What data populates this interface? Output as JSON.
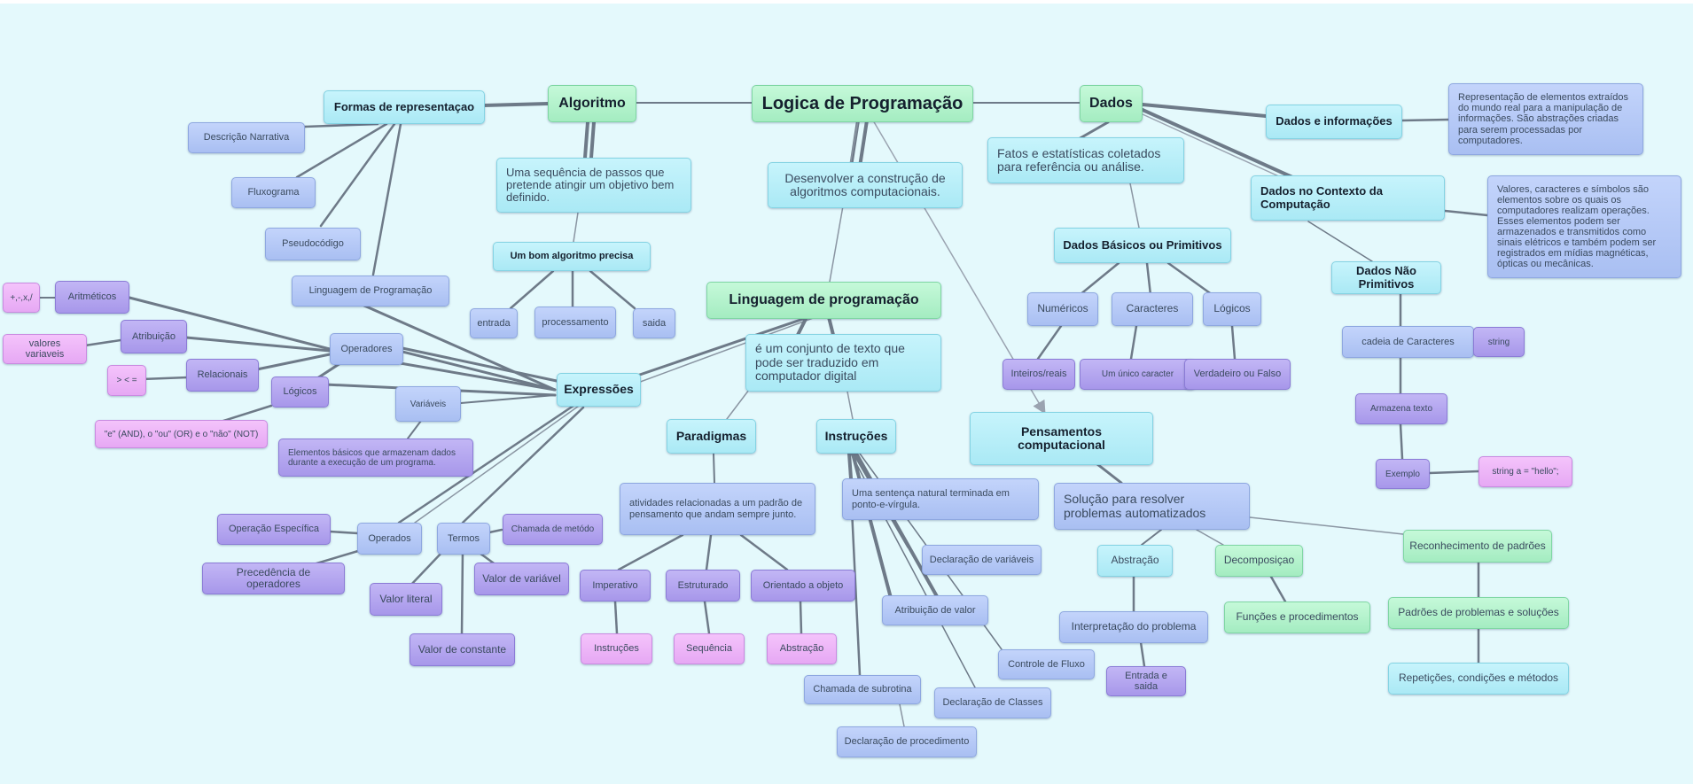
{
  "nodes": {
    "logica": "Logica de Programação",
    "algoritmo": "Algoritmo",
    "dados": "Dados",
    "formas": "Formas de representaçao",
    "descricao_narrativa": "Descrição Narrativa",
    "fluxograma": "Fluxograma",
    "pseudocodigo": "Pseudocódigo",
    "linguagem_programacao_item": "Linguagem de Programação",
    "algoritmo_def": "Uma sequência de passos que pretende  atingir um objetivo bem definido.",
    "bom_algoritmo": "Um bom algoritmo precisa",
    "entrada": "entrada",
    "processamento": "processamento",
    "saida": "saida",
    "desenvolver": "Desenvolver a construção de algoritmos computacionais.",
    "linguagem_programacao": "Linguagem de programação",
    "linguagem_def": "é um conjunto de texto que pode ser traduzido em computador digital",
    "paradigmas": "Paradigmas",
    "paradigmas_def": "atividades relacionadas a um padrão de pensamento que andam sempre junto.",
    "imperativo": "Imperativo",
    "estruturado": "Estruturado",
    "orientado_objeto": "Orientado a objeto",
    "instrucoes_leaf": "Instruções",
    "sequencia": "Sequência",
    "abstracao_leaf": "Abstração",
    "instrucoes": "Instruções",
    "instrucoes_def": "Uma sentença natural terminada em ponto-e-vírgula.",
    "declaracao_variaveis": "Declaração de variáveis",
    "atribuicao_valor": "Atribuição de valor",
    "controle_fluxo": "Controle de Fluxo",
    "chamada_subrotina": "Chamada de subrotina",
    "declaracao_classes": "Declaração de Classes",
    "declaracao_procedimento": "Declaração de procedimento",
    "expressoes": "Expressões",
    "operadores": "Operadores",
    "aritmeticos": "Aritméticos",
    "aritmeticos_ex": "+,-,x,/",
    "atribuicao": "Atribuição",
    "valores_variaveis": "valores variaveis",
    "relacionais": "Relacionais",
    "relacionais_ex": "> < =",
    "logicos_op": "Lógicos",
    "logicos_ex": "\"e\" (AND), o \"ou\" (OR) e o \"não\" (NOT)",
    "variaveis": "Variáveis",
    "variaveis_def": "Elementos básicos que armazenam dados durante a execução de um programa.",
    "operados": "Operados",
    "operacao_especifica": "Operação Específica",
    "precedencia": "Precedência de operadores",
    "termos": "Termos",
    "chamada_metodo": "Chamada de metódo",
    "valor_variavel": "Valor de variável",
    "valor_literal": "Valor literal",
    "valor_constante": "Valor de constante",
    "dados_fatos": "Fatos e estatísticas coletados para referência ou análise.",
    "dados_informacoes": "Dados e informações",
    "dados_informacoes_def": "Representação de elementos extraídos do mundo real para a manipulação de informações. São abstrações criadas para serem processadas por computadores.",
    "dados_contexto": "Dados no Contexto da Computação",
    "dados_contexto_def": "Valores, caracteres e símbolos são elementos sobre os quais os computadores realizam operações. Esses elementos podem ser armazenados e transmitidos como sinais elétricos e também podem ser registrados em mídias magnéticas, ópticas ou mecânicas.",
    "dados_basicos": "Dados Básicos ou Primitivos",
    "numericos": "Numéricos",
    "caracteres": "Caracteres",
    "logicos": "Lógicos",
    "inteiros_reais": "Inteiros/reais",
    "unico_caracter": "Um único caracter",
    "verdadeiro_falso": "Verdadeiro ou Falso",
    "dados_nao_primitivos": "Dados Não Primitivos",
    "cadeia_caracteres": "cadeia de Caracteres",
    "string": "string",
    "armazena_texto": "Armazena texto",
    "exemplo": "Exemplo",
    "string_ex": "string a = \"hello\";",
    "pensamento": "Pensamentos computacional",
    "solucao": "Solução para resolver problemas automatizados",
    "abstracao": "Abstração",
    "interpretacao": "Interpretação do problema",
    "entrada_saida": "Entrada e saida",
    "decomposicao": "Decomposiçao",
    "funcoes": "Funções e procedimentos",
    "reconhecimento": "Reconhecimento de padrões",
    "padroes": "Padrões de problemas e soluções",
    "repeticoes": "Repetições, condições e métodos"
  }
}
